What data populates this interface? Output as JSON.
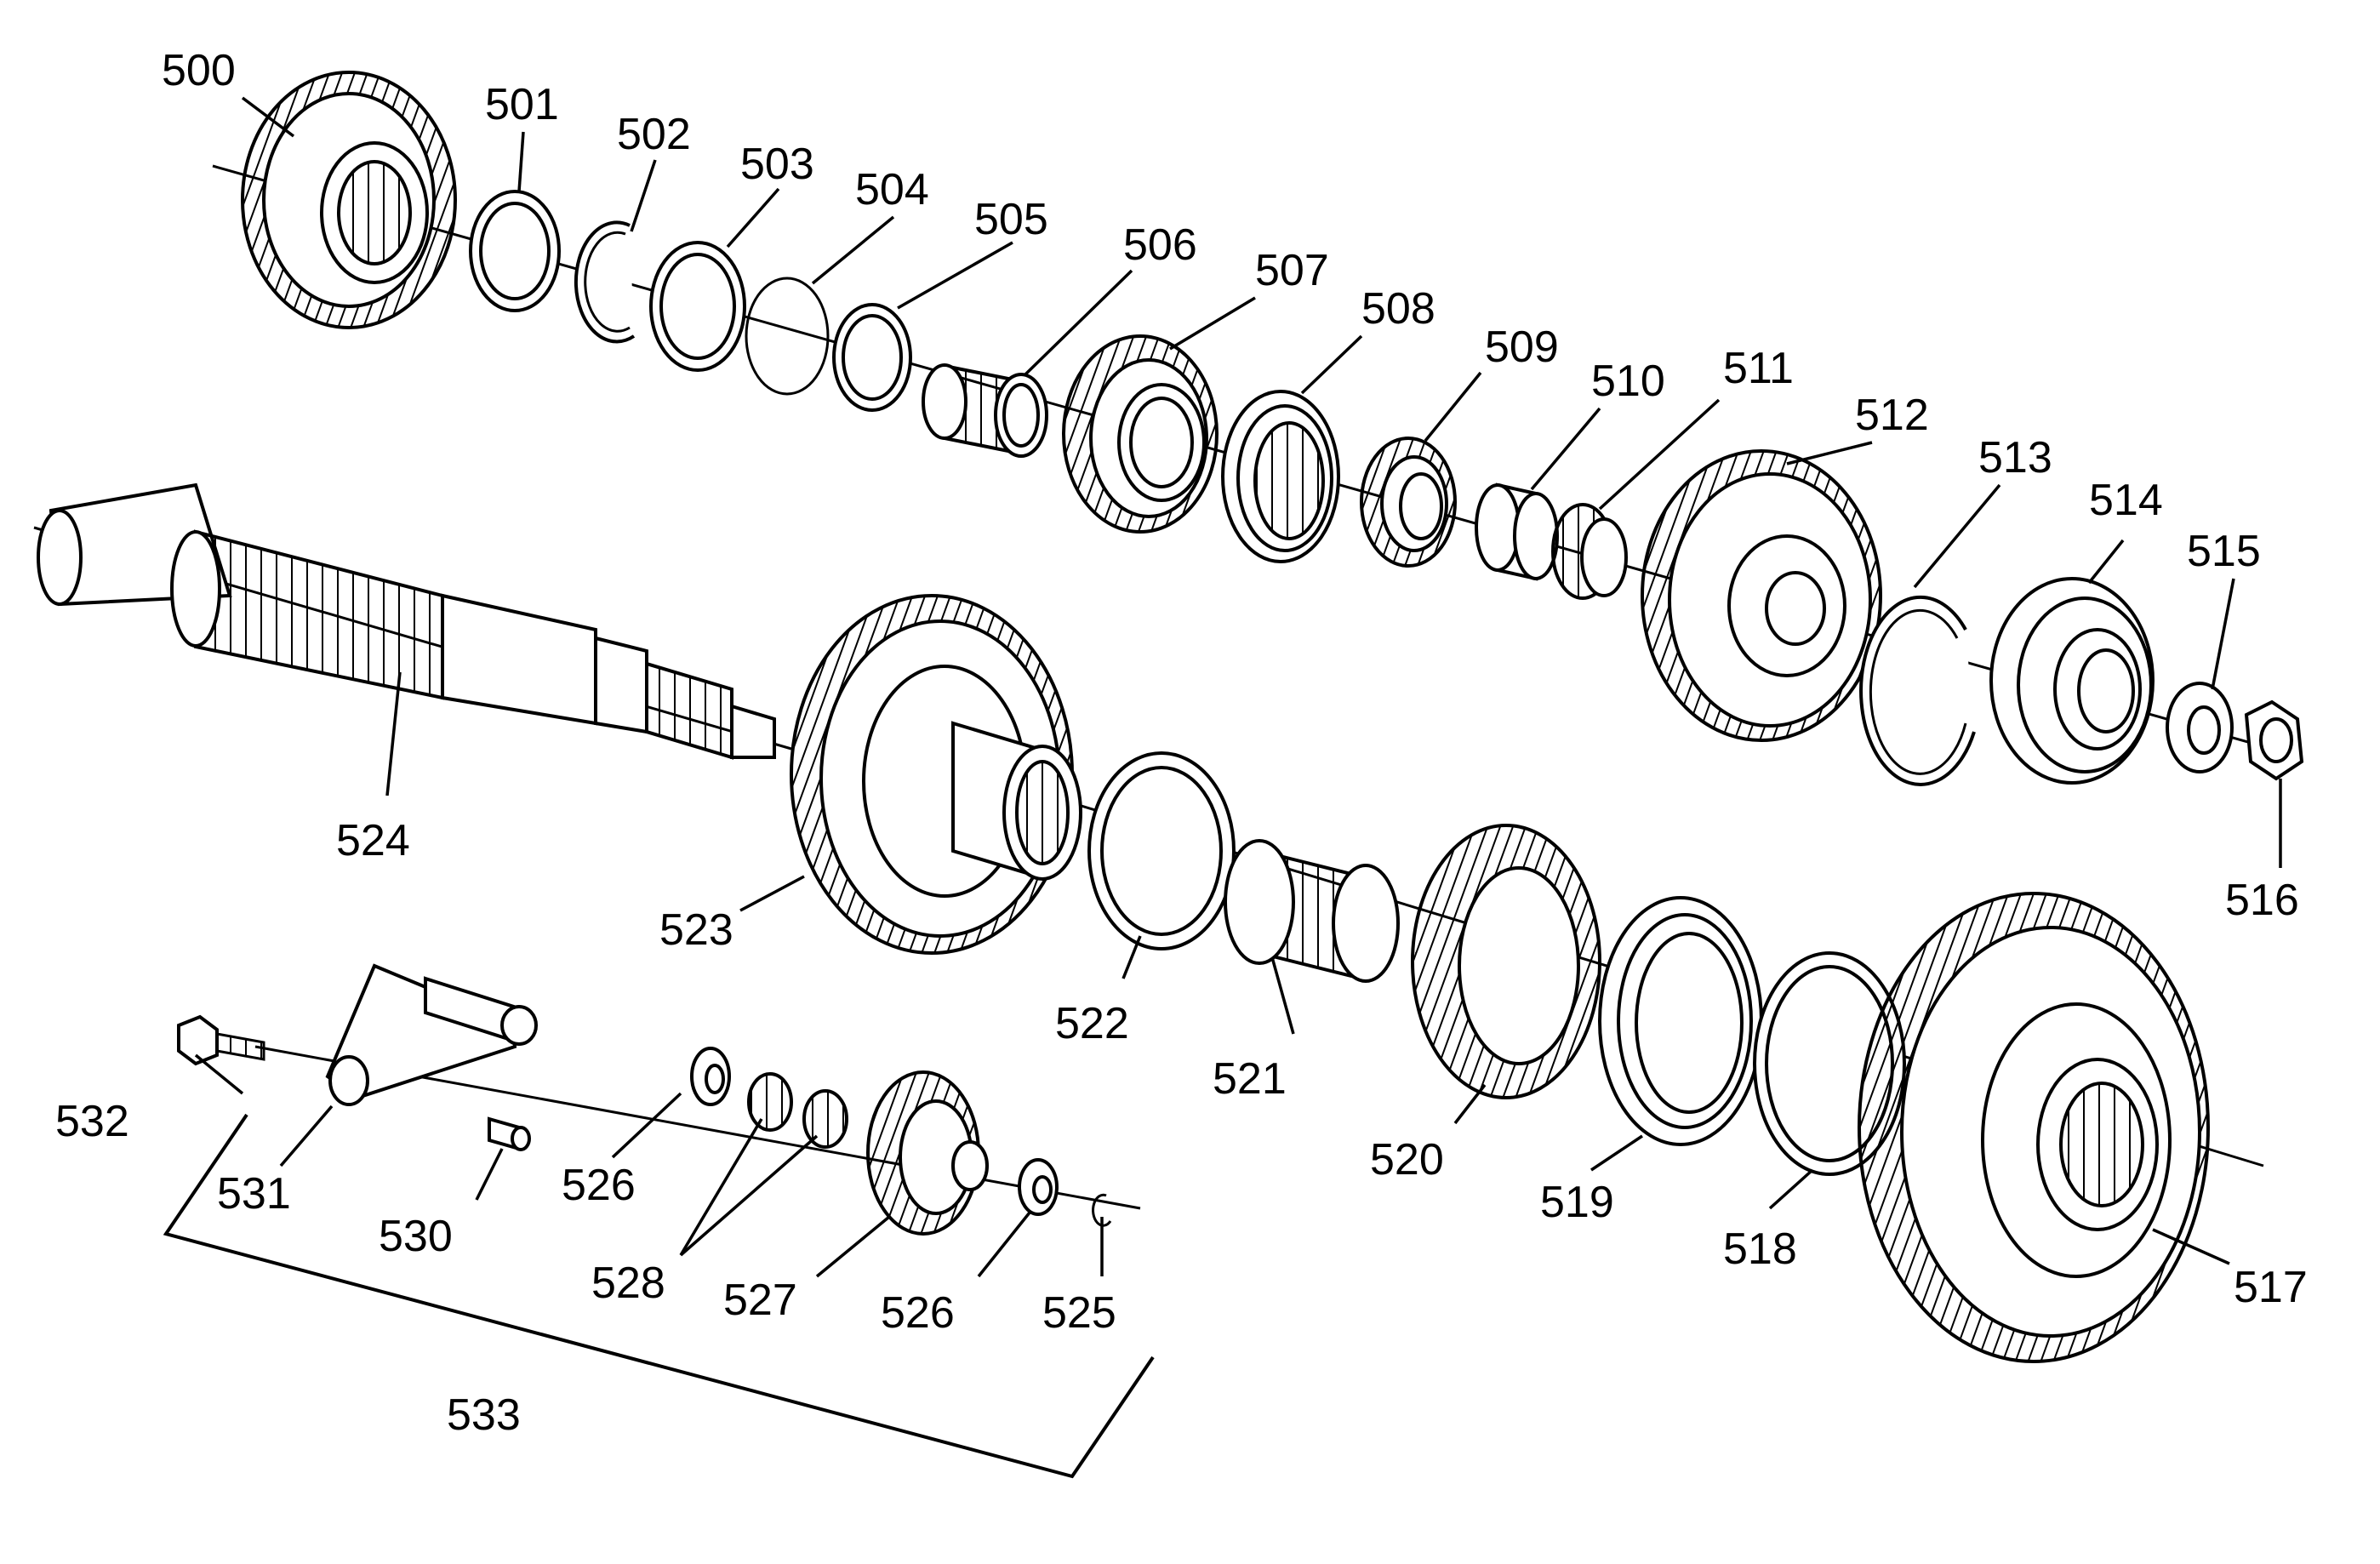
{
  "diagram": {
    "callouts": {
      "500": "500",
      "501": "501",
      "502": "502",
      "503": "503",
      "504": "504",
      "505": "505",
      "506": "506",
      "507": "507",
      "508": "508",
      "509": "509",
      "510": "510",
      "511": "511",
      "512": "512",
      "513": "513",
      "514": "514",
      "515": "515",
      "516": "516",
      "517": "517",
      "518": "518",
      "519": "519",
      "520": "520",
      "521": "521",
      "522": "522",
      "523": "523",
      "524": "524",
      "525": "525",
      "526a": "526",
      "526b": "526",
      "527": "527",
      "528": "528",
      "530": "530",
      "531": "531",
      "532": "532",
      "533": "533"
    }
  }
}
